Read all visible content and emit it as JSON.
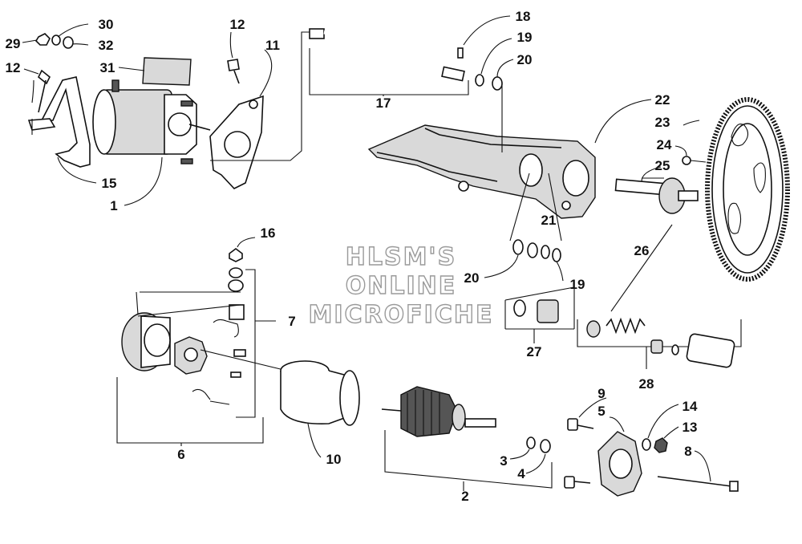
{
  "watermark": {
    "lines": [
      "HLSM'S",
      "ONLINE",
      "MICROFICHE"
    ]
  },
  "callouts": {
    "c1": "1",
    "c2": "2",
    "c3": "3",
    "c4": "4",
    "c5": "5",
    "c6": "6",
    "c7": "7",
    "c8": "8",
    "c9": "9",
    "c10": "10",
    "c11": "11",
    "c12a": "12",
    "c12b": "12",
    "c13": "13",
    "c14": "14",
    "c15": "15",
    "c16": "16",
    "c17": "17",
    "c18": "18",
    "c19a": "19",
    "c19b": "19",
    "c20a": "20",
    "c20b": "20",
    "c21": "21",
    "c22": "22",
    "c23": "23",
    "c24": "24",
    "c25": "25",
    "c26": "26",
    "c27": "27",
    "c28": "28",
    "c29": "29",
    "c30": "30",
    "c31": "31",
    "c32": "32"
  }
}
